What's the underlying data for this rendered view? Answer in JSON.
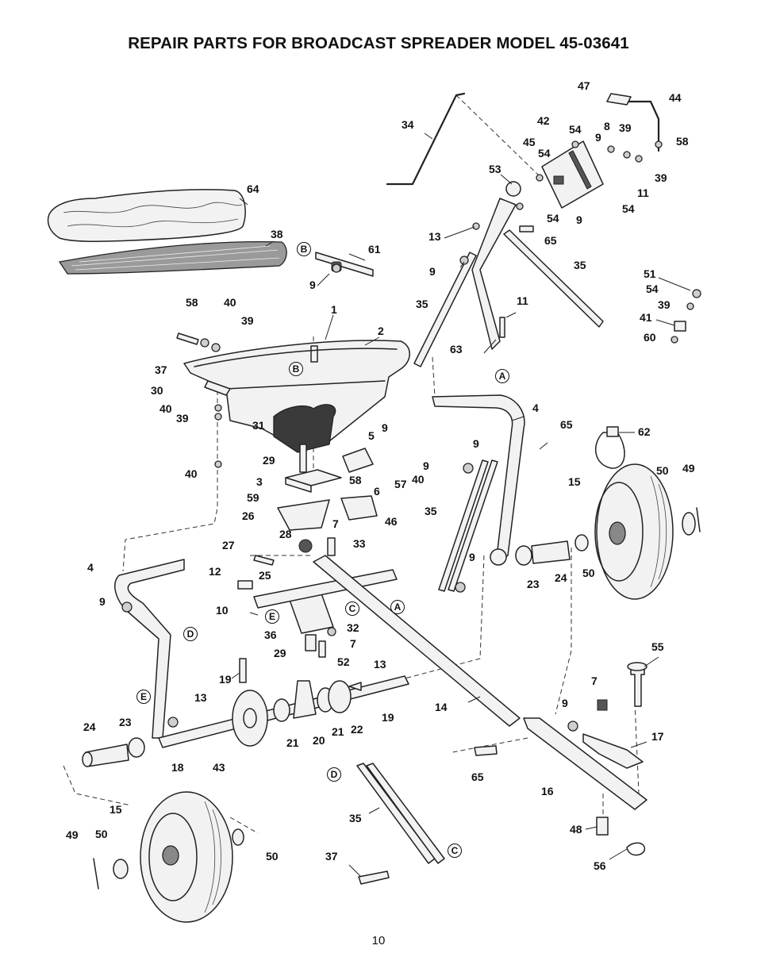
{
  "title": "REPAIR PARTS FOR BROADCAST SPREADER MODEL 45-03641",
  "page_number": "10",
  "labels": [
    {
      "id": "l47",
      "text": "47"
    },
    {
      "id": "l44",
      "text": "44"
    },
    {
      "id": "l42",
      "text": "42"
    },
    {
      "id": "l54a",
      "text": "54"
    },
    {
      "id": "l8",
      "text": "8"
    },
    {
      "id": "l39a",
      "text": "39"
    },
    {
      "id": "l9a",
      "text": "9"
    },
    {
      "id": "l45",
      "text": "45"
    },
    {
      "id": "l54b",
      "text": "54"
    },
    {
      "id": "l58a",
      "text": "58"
    },
    {
      "id": "l34",
      "text": "34"
    },
    {
      "id": "l53",
      "text": "53"
    },
    {
      "id": "l39b",
      "text": "39"
    },
    {
      "id": "l11a",
      "text": "11"
    },
    {
      "id": "l54c",
      "text": "54"
    },
    {
      "id": "l9b",
      "text": "9"
    },
    {
      "id": "l54d",
      "text": "54"
    },
    {
      "id": "l64",
      "text": "64"
    },
    {
      "id": "l13a",
      "text": "13"
    },
    {
      "id": "l65a",
      "text": "65"
    },
    {
      "id": "l38",
      "text": "38"
    },
    {
      "id": "l61",
      "text": "61"
    },
    {
      "id": "l9c",
      "text": "9"
    },
    {
      "id": "l35a",
      "text": "35"
    },
    {
      "id": "l9d",
      "text": "9"
    },
    {
      "id": "l51",
      "text": "51"
    },
    {
      "id": "l54e",
      "text": "54"
    },
    {
      "id": "l39c",
      "text": "39"
    },
    {
      "id": "l41",
      "text": "41"
    },
    {
      "id": "l60",
      "text": "60"
    },
    {
      "id": "l58b",
      "text": "58"
    },
    {
      "id": "l40a",
      "text": "40"
    },
    {
      "id": "l35b",
      "text": "35"
    },
    {
      "id": "l11b",
      "text": "11"
    },
    {
      "id": "l1",
      "text": "1"
    },
    {
      "id": "l39d",
      "text": "39"
    },
    {
      "id": "l2",
      "text": "2"
    },
    {
      "id": "l63",
      "text": "63"
    },
    {
      "id": "l37a",
      "text": "37"
    },
    {
      "id": "l30",
      "text": "30"
    },
    {
      "id": "l40b",
      "text": "40"
    },
    {
      "id": "l39e",
      "text": "39"
    },
    {
      "id": "l31",
      "text": "31"
    },
    {
      "id": "l4a",
      "text": "4"
    },
    {
      "id": "l65b",
      "text": "65"
    },
    {
      "id": "l9e",
      "text": "9"
    },
    {
      "id": "l5",
      "text": "5"
    },
    {
      "id": "l62",
      "text": "62"
    },
    {
      "id": "l9f",
      "text": "9"
    },
    {
      "id": "l29a",
      "text": "29"
    },
    {
      "id": "l9g",
      "text": "9"
    },
    {
      "id": "l40c",
      "text": "40"
    },
    {
      "id": "l3",
      "text": "3"
    },
    {
      "id": "l58c",
      "text": "58"
    },
    {
      "id": "l6",
      "text": "6"
    },
    {
      "id": "l57",
      "text": "57"
    },
    {
      "id": "l40d",
      "text": "40"
    },
    {
      "id": "l15a",
      "text": "15"
    },
    {
      "id": "l50a",
      "text": "50"
    },
    {
      "id": "l49a",
      "text": "49"
    },
    {
      "id": "l59",
      "text": "59"
    },
    {
      "id": "l26",
      "text": "26"
    },
    {
      "id": "l46",
      "text": "46"
    },
    {
      "id": "l35c",
      "text": "35"
    },
    {
      "id": "l28",
      "text": "28"
    },
    {
      "id": "l7a",
      "text": "7"
    },
    {
      "id": "l27",
      "text": "27"
    },
    {
      "id": "l33",
      "text": "33"
    },
    {
      "id": "l4b",
      "text": "4"
    },
    {
      "id": "l25",
      "text": "25"
    },
    {
      "id": "l9h",
      "text": "9"
    },
    {
      "id": "l12",
      "text": "12"
    },
    {
      "id": "l23a",
      "text": "23"
    },
    {
      "id": "l24a",
      "text": "24"
    },
    {
      "id": "l50b",
      "text": "50"
    },
    {
      "id": "l9i",
      "text": "9"
    },
    {
      "id": "l10",
      "text": "10"
    },
    {
      "id": "l36",
      "text": "36"
    },
    {
      "id": "l32",
      "text": "32"
    },
    {
      "id": "l7b",
      "text": "7"
    },
    {
      "id": "l29b",
      "text": "29"
    },
    {
      "id": "l52",
      "text": "52"
    },
    {
      "id": "l13b",
      "text": "13"
    },
    {
      "id": "l55",
      "text": "55"
    },
    {
      "id": "l19a",
      "text": "19"
    },
    {
      "id": "l7c",
      "text": "7"
    },
    {
      "id": "l13c",
      "text": "13"
    },
    {
      "id": "l14",
      "text": "14"
    },
    {
      "id": "l9j",
      "text": "9"
    },
    {
      "id": "l19b",
      "text": "19"
    },
    {
      "id": "l24b",
      "text": "24"
    },
    {
      "id": "l23b",
      "text": "23"
    },
    {
      "id": "l21a",
      "text": "21"
    },
    {
      "id": "l20",
      "text": "20"
    },
    {
      "id": "l21b",
      "text": "21"
    },
    {
      "id": "l22",
      "text": "22"
    },
    {
      "id": "l17",
      "text": "17"
    },
    {
      "id": "l18",
      "text": "18"
    },
    {
      "id": "l43",
      "text": "43"
    },
    {
      "id": "l65c",
      "text": "65"
    },
    {
      "id": "l16",
      "text": "16"
    },
    {
      "id": "l15b",
      "text": "15"
    },
    {
      "id": "l35d",
      "text": "35"
    },
    {
      "id": "l48",
      "text": "48"
    },
    {
      "id": "l49b",
      "text": "49"
    },
    {
      "id": "l50c",
      "text": "50"
    },
    {
      "id": "l50d",
      "text": "50"
    },
    {
      "id": "l37b",
      "text": "37"
    },
    {
      "id": "l56",
      "text": "56"
    }
  ],
  "refs": [
    {
      "id": "rB1",
      "text": "B"
    },
    {
      "id": "rB2",
      "text": "B"
    },
    {
      "id": "rA1",
      "text": "A"
    },
    {
      "id": "rE1",
      "text": "E"
    },
    {
      "id": "rC1",
      "text": "C"
    },
    {
      "id": "rA2",
      "text": "A"
    },
    {
      "id": "rD1",
      "text": "D"
    },
    {
      "id": "rE2",
      "text": "E"
    },
    {
      "id": "rD2",
      "text": "D"
    },
    {
      "id": "rC2",
      "text": "C"
    }
  ]
}
